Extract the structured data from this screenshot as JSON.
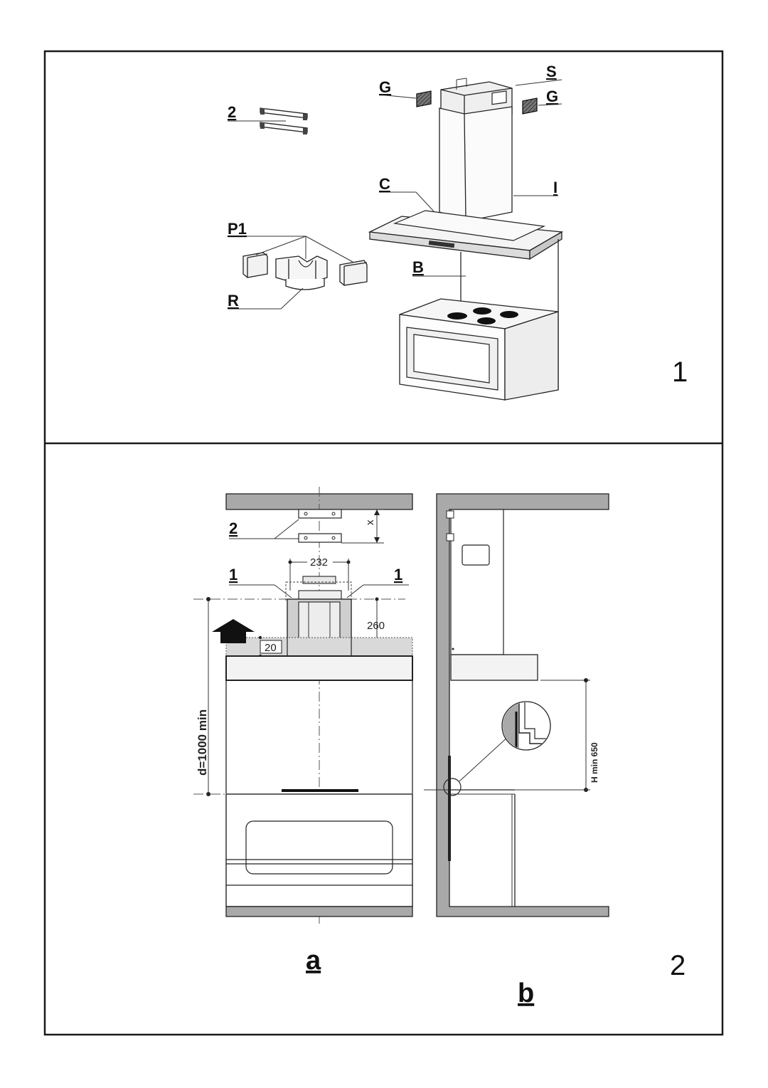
{
  "panel1": {
    "figure_number": "1",
    "labels": {
      "S": "S",
      "G_left": "G",
      "G_right": "G",
      "two": "2",
      "C": "C",
      "I": "I",
      "P1": "P1",
      "B": "B",
      "R": "R"
    }
  },
  "panel2": {
    "figure_number": "2",
    "view_a": {
      "letter": "a",
      "bracket_label": "2",
      "x_label": "x",
      "dim_232": "232",
      "left_1": "1",
      "right_1": "1",
      "dim_260": "260",
      "dim_20": "20",
      "dim_d": "d=1000 min"
    },
    "view_b": {
      "letter": "b",
      "dim_h": "H min 650"
    }
  },
  "colors": {
    "frame": "#1a1a1a",
    "grey_fill": "#a9a9a9",
    "light_grey": "#d9d9d9",
    "hatch": "#555555"
  }
}
